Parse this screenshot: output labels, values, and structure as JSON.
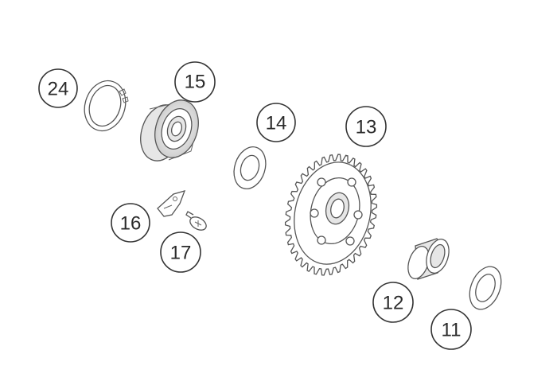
{
  "callouts": [
    {
      "id": "24",
      "label": "24",
      "highlighted": false
    },
    {
      "id": "15",
      "label": "15",
      "highlighted": true
    },
    {
      "id": "14",
      "label": "14",
      "highlighted": false
    },
    {
      "id": "13",
      "label": "13",
      "highlighted": false
    },
    {
      "id": "16",
      "label": "16",
      "highlighted": false
    },
    {
      "id": "17",
      "label": "17",
      "highlighted": false
    },
    {
      "id": "12",
      "label": "12",
      "highlighted": false
    },
    {
      "id": "11",
      "label": "11",
      "highlighted": false
    }
  ],
  "colors": {
    "highlight": "#ee6a1c",
    "outline": "#333333",
    "background": "#ffffff"
  }
}
